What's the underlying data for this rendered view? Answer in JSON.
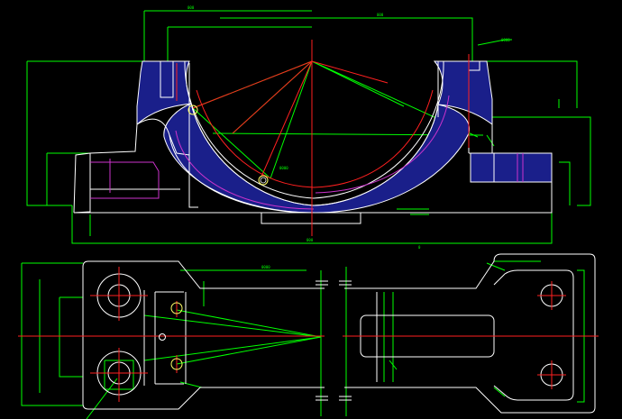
{
  "drawing": {
    "type": "cad-technical-drawing",
    "background": "#000000",
    "colors": {
      "outline": "#ffffff",
      "dimension": "#00ff00",
      "centerline": "#ff2020",
      "hatch_fill": "#1a1f8a",
      "bore_line": "#cc33cc",
      "hole_ring": "#ffff66"
    },
    "views": [
      "front-elevation",
      "plan-view-left-half",
      "plan-view-right-half"
    ]
  }
}
